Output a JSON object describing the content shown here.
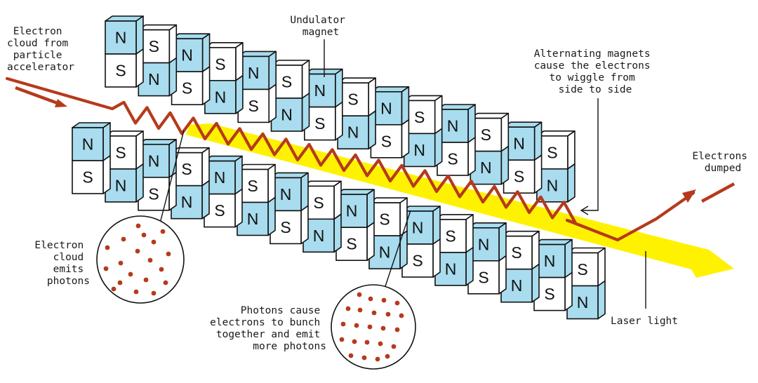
{
  "diagram": {
    "colors": {
      "magnet_blue": "#a8dcee",
      "magnet_white": "#ffffff",
      "electron_path": "#b63a1c",
      "laser": "#fff200",
      "outline": "#111111",
      "label_text": "#1a1a1a"
    },
    "pole_letters": {
      "north": "N",
      "south": "S"
    },
    "top_row_pattern": [
      "NS",
      "SN",
      "NS",
      "SN",
      "NS",
      "SN",
      "NS",
      "SN",
      "NS",
      "SN",
      "NS",
      "SN",
      "NS",
      "SN"
    ],
    "bottom_row_pattern": [
      "NS",
      "SN",
      "NS",
      "SN",
      "NS",
      "SN",
      "NS",
      "SN",
      "NS",
      "SN",
      "NS",
      "SN",
      "NS",
      "SN",
      "NS",
      "SN"
    ],
    "labels": {
      "electron_cloud": [
        "Electron",
        "cloud from",
        "particle",
        "accelerator"
      ],
      "undulator_magnet": [
        "Undulator",
        "magnet"
      ],
      "alternating_magnets": [
        "Alternating magnets",
        "cause the electrons",
        "to wiggle from",
        "side to side"
      ],
      "electrons_dumped": [
        "Electrons",
        "dumped"
      ],
      "electron_cloud_emits": [
        "Electron",
        "cloud",
        "emits",
        "photons"
      ],
      "photons_cause": [
        "Photons cause",
        "electrons to bunch",
        "together and emit",
        "more photons"
      ],
      "laser_light": "Laser light"
    }
  }
}
